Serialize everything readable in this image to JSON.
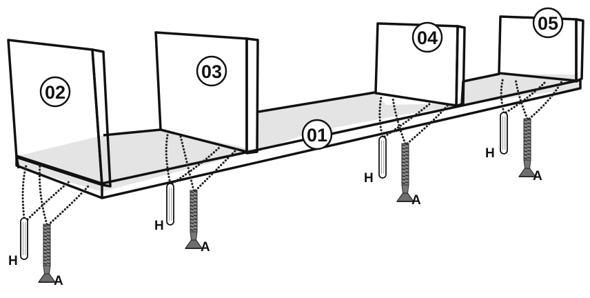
{
  "colors": {
    "line": "#111111",
    "panel": "#ffffff",
    "shelf_surface": "#e4e4e4",
    "dowel": "#ffffff",
    "screw_shaft": "#8a8a8a",
    "screw_head": "#6e6e6e"
  },
  "parts": [
    {
      "id": "shelf",
      "label": "01"
    },
    {
      "id": "panel-left",
      "label": "02"
    },
    {
      "id": "panel-second",
      "label": "03"
    },
    {
      "id": "panel-third",
      "label": "04"
    },
    {
      "id": "panel-right",
      "label": "05"
    }
  ],
  "hardware": {
    "dowel_label": "H",
    "screw_label": "A"
  },
  "icons": {
    "dowel": "wooden-dowel-icon",
    "screw": "countersunk-screw-icon"
  }
}
